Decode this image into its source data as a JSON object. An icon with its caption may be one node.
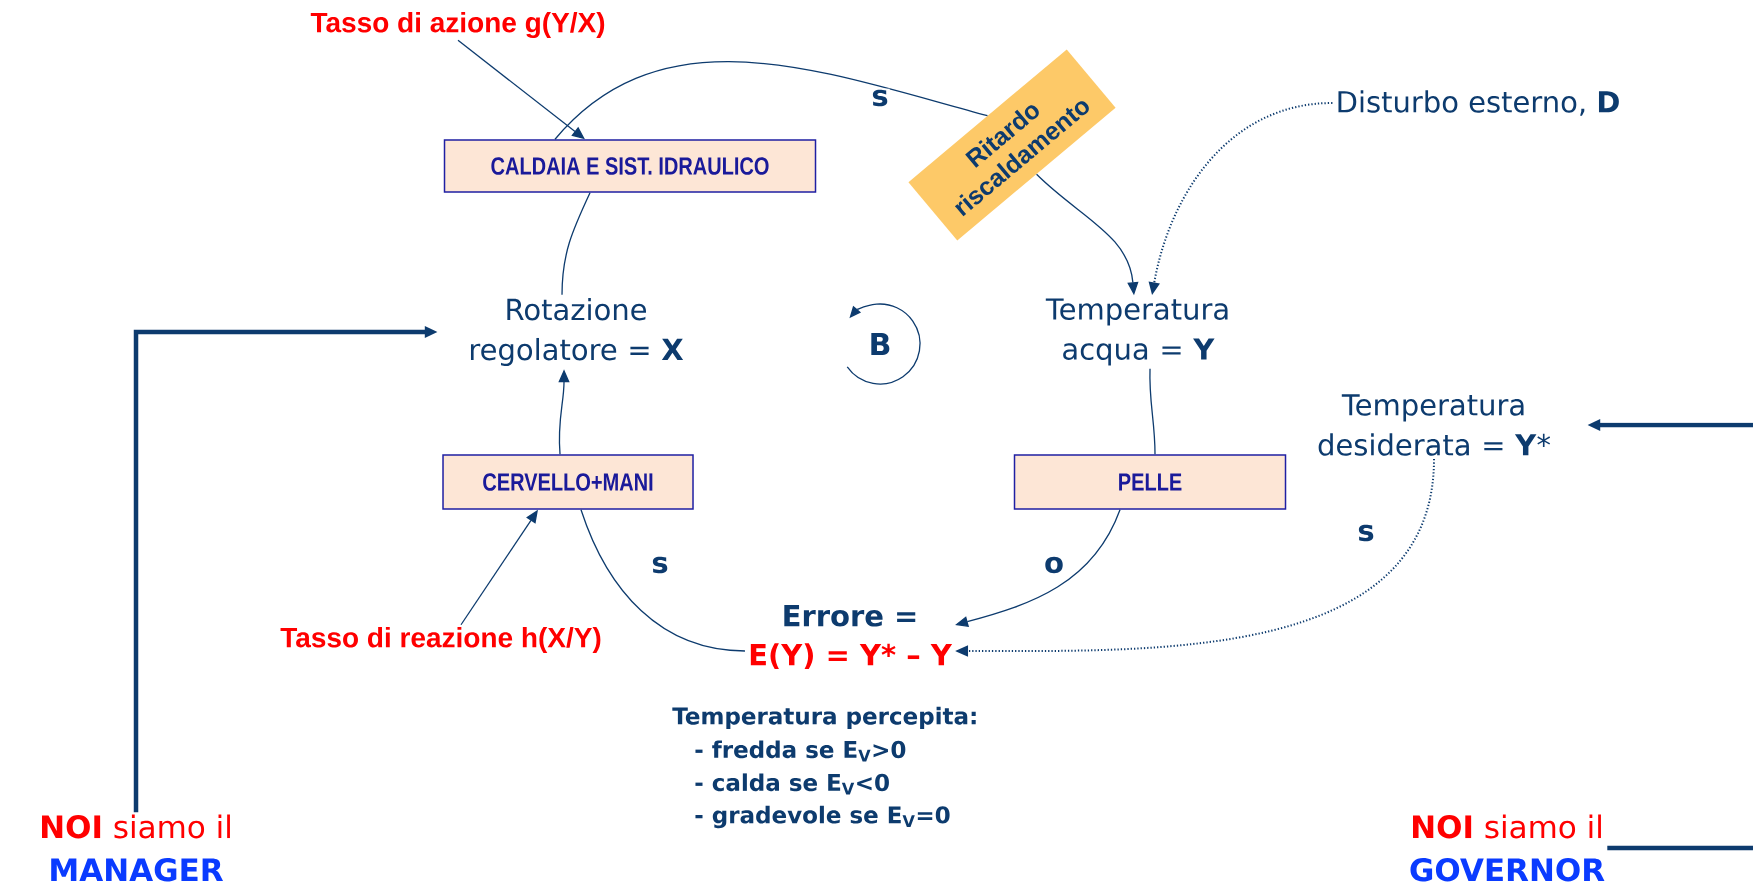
{
  "diagram": {
    "nodes": [
      {
        "text": [
          "Tasso di azione g(Y/X)"
        ]
      },
      {
        "text": [
          "CALDAIA E SIST. IDRAULICO"
        ]
      },
      {
        "text": [
          "Ritardo riscaldamento"
        ]
      },
      {
        "text": [
          "Disturbo esterno, **D**"
        ]
      },
      {
        "text": [
          "Rotazione regolatore = **X**"
        ]
      },
      {
        "text": [
          "Temperatura acqua = **Y**"
        ]
      },
      {
        "text": [
          "Temperatura desiderata = **Y***"
        ]
      },
      {
        "text": [
          "CERVELLO+MANI"
        ]
      },
      {
        "text": [
          "PELLE"
        ]
      },
      {
        "text": [
          "Tasso di reazione h(X/Y)"
        ]
      },
      {
        "text": [
          "Errore =",
          "E(Y) = Y* – Y"
        ]
      },
      {
        "text": [
          "**NOI** siamo il",
          "MANAGER"
        ]
      },
      {
        "text": [
          "**NOI** siamo il",
          "GOVERNOR"
        ]
      }
    ],
    "edges": [
      {
        "from": 0,
        "to": 1,
        "arrow": "to"
      },
      {
        "from": 4,
        "to": 1,
        "arrow": "none"
      },
      {
        "from": 1,
        "to": 2,
        "arrow": "none",
        "label": "s"
      },
      {
        "from": 2,
        "to": 5,
        "arrow": "to"
      },
      {
        "from": 3,
        "to": 5,
        "arrow": "to",
        "style": "dashed"
      },
      {
        "from": 5,
        "to": 8,
        "arrow": "none"
      },
      {
        "from": 8,
        "to": 10,
        "arrow": "to",
        "label": "o"
      },
      {
        "from": 6,
        "to": 10,
        "arrow": "to",
        "style": "dashed",
        "label": "s"
      },
      {
        "from": 10,
        "to": 7,
        "arrow": "none",
        "label": "s"
      },
      {
        "from": 7,
        "to": 4,
        "arrow": "to"
      },
      {
        "from": 9,
        "to": 7,
        "arrow": "to"
      },
      {
        "from": 11,
        "to": 4,
        "arrow": "to",
        "style": "thick"
      },
      {
        "from": 12,
        "to": 6,
        "arrow": "to",
        "style": "thick"
      }
    ],
    "labels": [
      "B",
      "Temperatura percepita:",
      "- fredda se E$_{V}$>0",
      "- calda se E$_{V}$<0",
      "- gradevole se E$_{V}$=0"
    ]
  }
}
